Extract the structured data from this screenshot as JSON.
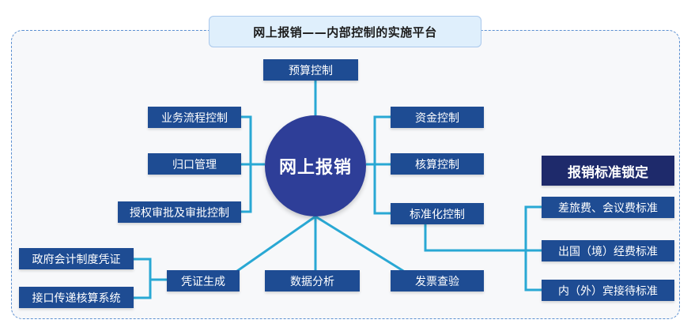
{
  "title": "网上报销——内部控制的实施平台",
  "center": "网上报销",
  "nodes": {
    "budget": "预算控制",
    "process": "业务流程控制",
    "centralized": "归口管理",
    "authorization": "授权审批及审批控制",
    "funds": "资金控制",
    "accounting": "核算控制",
    "standardization": "标准化控制",
    "voucher": "凭证生成",
    "analysis": "数据分析",
    "invoice": "发票查验",
    "gov_voucher": "政府会计制度凭证",
    "interface": "接口传递核算系统"
  },
  "standards": {
    "heading": "报销标准锁定",
    "items": [
      "差旅费、会议费标准",
      "出国（境）经费标准",
      "内（外）宾接待标准"
    ]
  },
  "colors": {
    "box": "#1e4c93",
    "heading_box": "#1e2a6b",
    "center_circle": "#2e3e98",
    "connector": "#29a8d4",
    "frame_border": "#5b8fd1",
    "title_bg": "#dfeffc"
  }
}
